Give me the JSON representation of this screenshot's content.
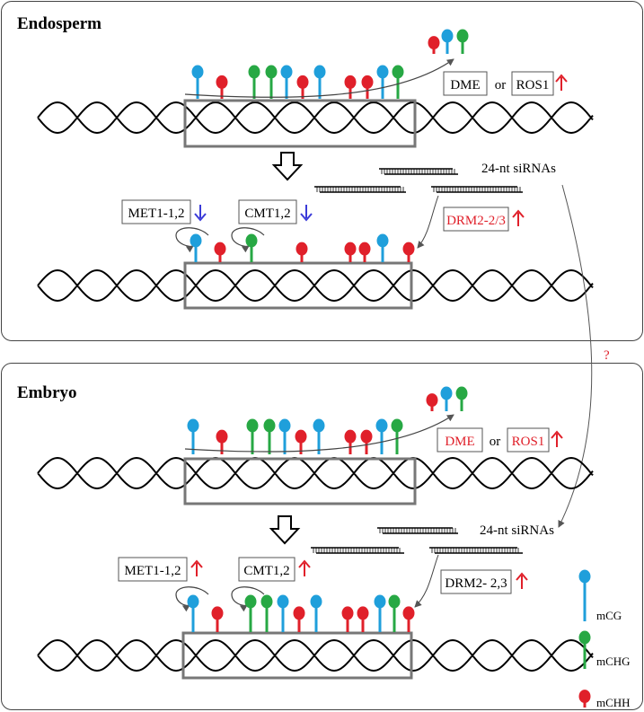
{
  "panels": {
    "endosperm": {
      "title": "Endosperm",
      "demethylase_labels": [
        "DME",
        "or",
        "ROS1"
      ],
      "sirna_label": "24-nt siRNAs",
      "met1_label": "MET1-1,2",
      "cmt1_label": "CMT1,2",
      "drm2_label": "DRM2-2/3",
      "regulation": {
        "ros1": "up",
        "met1": "down",
        "cmt1": "down",
        "drm2": "up"
      }
    },
    "embryo": {
      "title": "Embryo",
      "demethylase_labels": [
        "DME",
        "or",
        "ROS1"
      ],
      "sirna_label": "24-nt siRNAs",
      "met1_label": "MET1-1,2",
      "cmt1_label": "CMT1,2",
      "drm2_label": "DRM2- 2,3",
      "regulation": {
        "ros1": "up",
        "met1": "up",
        "cmt1": "up",
        "drm2": "up"
      }
    }
  },
  "question_mark": "?",
  "legend": [
    {
      "label": "mCG",
      "color": "#1f9fdb"
    },
    {
      "label": "mCHG",
      "color": "#27a844"
    },
    {
      "label": "mCHH",
      "color": "#e0202a"
    }
  ],
  "colors": {
    "mCG": "#1f9fdb",
    "mCHG": "#27a844",
    "mCHH": "#e0202a",
    "up_arrow": "#e0202a",
    "down_arrow": "#3a3ad8",
    "red_text": "#e0202a",
    "box_border": "#777777"
  },
  "methylation": {
    "endosperm_top": [
      "CG",
      "CHH",
      "CHG",
      "CHG",
      "CG",
      "CHH",
      "CG",
      "CHH",
      "CHH",
      "CG",
      "CHG"
    ],
    "endosperm_removed": [
      "CHH",
      "CG",
      "CHG"
    ],
    "endosperm_bottom": [
      "CG",
      "CHH",
      "CHG",
      "CHH",
      "CHH",
      "CHH",
      "CG",
      "CHH"
    ],
    "embryo_top": [
      "CG",
      "CHH",
      "CHG",
      "CHG",
      "CG",
      "CHH",
      "CG",
      "CHH",
      "CHH",
      "CG",
      "CHG"
    ],
    "embryo_removed": [
      "CHH",
      "CG",
      "CHG"
    ],
    "embryo_bottom": [
      "CG",
      "CHH",
      "CHG",
      "CHG",
      "CG",
      "CHH",
      "CG",
      "CHH",
      "CHH",
      "CG",
      "CHG",
      "CHH"
    ]
  }
}
